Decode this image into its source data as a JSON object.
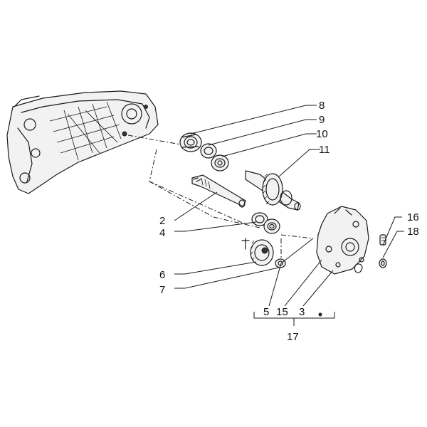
{
  "callouts": {
    "c2": "2",
    "c3": "3",
    "c4": "4",
    "c5": "5",
    "c6": "6",
    "c7": "7",
    "c8": "8",
    "c9": "9",
    "c10": "10",
    "c11": "11",
    "c15": "15",
    "c16": "16",
    "c17": "17",
    "c18": "18"
  }
}
